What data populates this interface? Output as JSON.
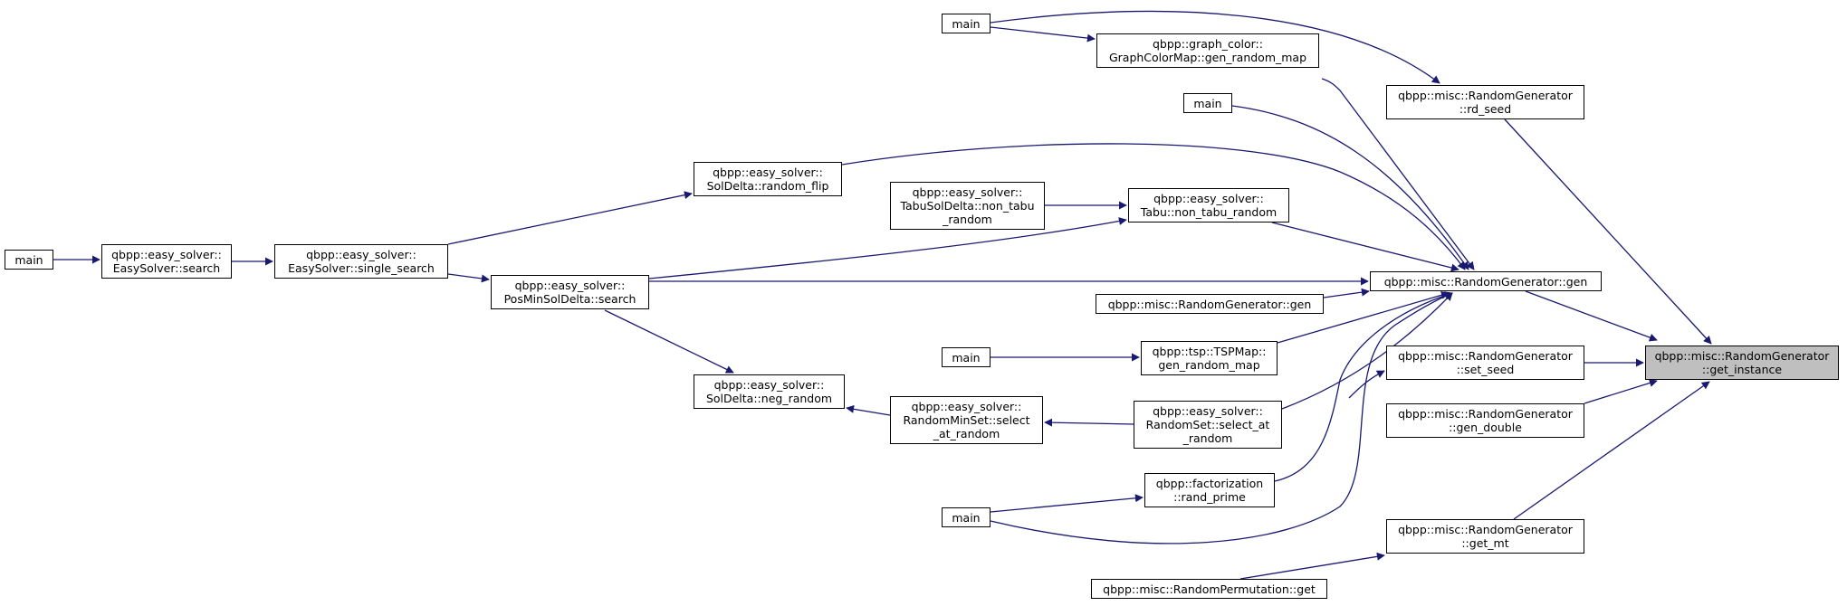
{
  "graph": {
    "edge_color": "#191970",
    "focus_fill": "#bfbfbf",
    "nodes": [
      {
        "id": "get_instance",
        "label": "qbpp::misc::RandomGenerator\n::get_instance",
        "focus": true
      },
      {
        "id": "rd_seed",
        "label": "qbpp::misc::RandomGenerator\n::rd_seed"
      },
      {
        "id": "rg_gen",
        "label": "qbpp::misc::RandomGenerator::gen"
      },
      {
        "id": "set_seed",
        "label": "qbpp::misc::RandomGenerator\n::set_seed"
      },
      {
        "id": "gen_double",
        "label": "qbpp::misc::RandomGenerator\n::gen_double"
      },
      {
        "id": "get_mt",
        "label": "qbpp::misc::RandomGenerator\n::get_mt"
      },
      {
        "id": "main_1",
        "label": "main"
      },
      {
        "id": "gen_random_map_gc",
        "label": "qbpp::graph_color::\nGraphColorMap::gen_random_map"
      },
      {
        "id": "main_2",
        "label": "main"
      },
      {
        "id": "random_flip",
        "label": "qbpp::easy_solver::\nSolDelta::random_flip"
      },
      {
        "id": "tabusol_non_tabu",
        "label": "qbpp::easy_solver::\nTabuSolDelta::non_tabu\n_random"
      },
      {
        "id": "tabu_non_tabu",
        "label": "qbpp::easy_solver::\nTabu::non_tabu_random"
      },
      {
        "id": "main_left",
        "label": "main"
      },
      {
        "id": "easysolver_search",
        "label": "qbpp::easy_solver::\nEasySolver::search"
      },
      {
        "id": "single_search",
        "label": "qbpp::easy_solver::\nEasySolver::single_search"
      },
      {
        "id": "posmin_search",
        "label": "qbpp::easy_solver::\nPosMinSolDelta::search"
      },
      {
        "id": "rg_gen2",
        "label": "qbpp::misc::RandomGenerator::gen"
      },
      {
        "id": "main_3",
        "label": "main"
      },
      {
        "id": "tsp_gen",
        "label": "qbpp::tsp::TSPMap::\ngen_random_map"
      },
      {
        "id": "neg_random",
        "label": "qbpp::easy_solver::\nSolDelta::neg_random"
      },
      {
        "id": "rminset_select",
        "label": "qbpp::easy_solver::\nRandomMinSet::select\n_at_random"
      },
      {
        "id": "rset_select",
        "label": "qbpp::easy_solver::\nRandomSet::select_at\n_random"
      },
      {
        "id": "rand_prime",
        "label": "qbpp::factorization\n::rand_prime"
      },
      {
        "id": "main_4",
        "label": "main"
      },
      {
        "id": "rperm_get",
        "label": "qbpp::misc::RandomPermutation::get"
      }
    ]
  }
}
